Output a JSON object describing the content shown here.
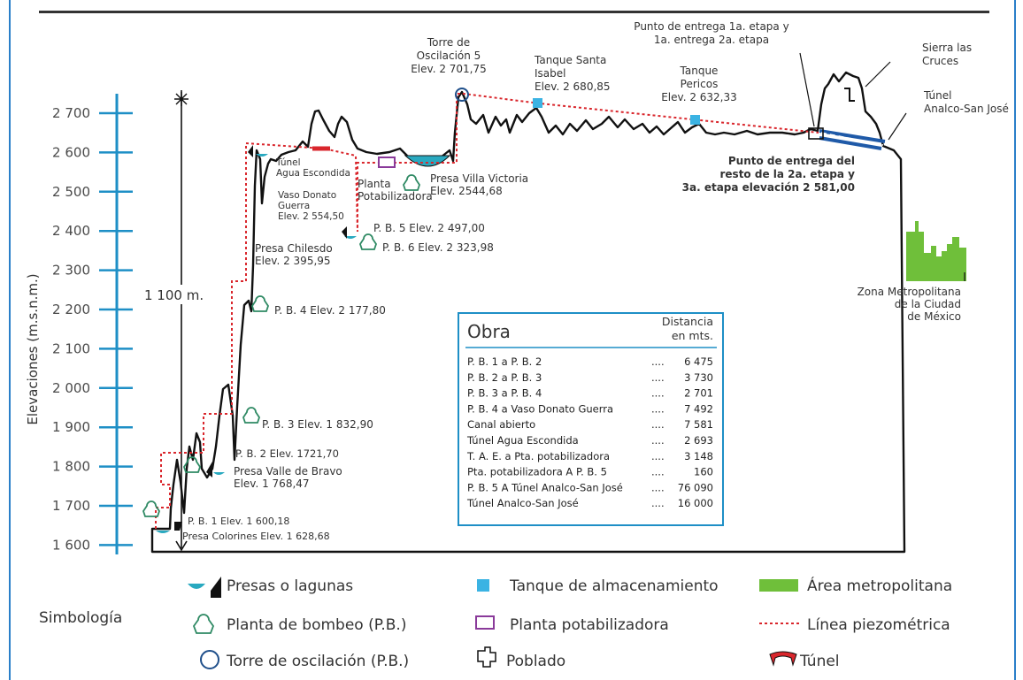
{
  "y_axis": {
    "title": "Elevaciones (m.s.n.m.)",
    "ticks": [
      "2 700",
      "2 600",
      "2 500",
      "2 400",
      "2 300",
      "2 200",
      "2 100",
      "2 000",
      "1 900",
      "1 800",
      "1 700",
      "1 600"
    ],
    "span_label": "1 100 m."
  },
  "annotations": {
    "torre": [
      "Torre de",
      "Oscilación 5",
      "Elev. 2 701,75"
    ],
    "tanque_santa_isabel": [
      "Tanque Santa",
      "Isabel",
      "Elev. 2 680,85"
    ],
    "punto_entrega_top": [
      "Punto de entrega 1a. etapa y",
      "1a. entrega 2a. etapa"
    ],
    "tanque_pericos": [
      "Tanque",
      "Pericos",
      "Elev. 2 632,33"
    ],
    "sierra": [
      "Sierra las",
      "Cruces"
    ],
    "tunel_analco": [
      "Túnel",
      "Analco-San José"
    ],
    "punto_entrega_bottom": [
      "Punto de entrega del",
      "resto de la 2a. etapa y",
      "3a. etapa elevación 2 581,00"
    ],
    "tunel_agua": [
      "Túnel",
      "Agua Escondida"
    ],
    "vaso_donato": [
      "Vaso Donato",
      "Guerra",
      "Elev. 2 554,50"
    ],
    "planta_pot": [
      "Planta",
      "Potabilizadora"
    ],
    "presa_villa": [
      "Presa Villa Victoria",
      "Elev. 2544,68"
    ],
    "pb5": "P. B. 5 Elev. 2 497,00",
    "pb6": "P. B. 6 Elev. 2 323,98",
    "presa_chilesdo": [
      "Presa Chilesdo",
      "Elev. 2 395,95"
    ],
    "pb4": "P. B. 4 Elev. 2 177,80",
    "pb3": "P. B. 3 Elev. 1 832,90",
    "pb2": "P. B. 2 Elev. 1721,70",
    "presa_valle": [
      "Presa Valle de Bravo",
      "Elev. 1 768,47"
    ],
    "pb1": "P. B. 1 Elev. 1 600,18",
    "presa_colorines": "Presa Colorines Elev. 1 628,68",
    "zona_metro": [
      "Zona Metropolitana",
      "de la Ciudad",
      "de México"
    ]
  },
  "table": {
    "header_left": "Obra",
    "header_right": [
      "Distancia",
      "en mts."
    ],
    "rows": [
      {
        "obra": "P. B. 1 a P. B. 2",
        "dist": "6 475"
      },
      {
        "obra": "P. B. 2 a P. B. 3",
        "dist": "3 730"
      },
      {
        "obra": "P. B. 3 a P. B. 4",
        "dist": "2 701"
      },
      {
        "obra": "P. B. 4 a Vaso Donato Guerra",
        "dist": "7 492"
      },
      {
        "obra": "Canal abierto",
        "dist": "7 581"
      },
      {
        "obra": "Túnel Agua Escondida",
        "dist": "2 693"
      },
      {
        "obra": "T. A. E. a Pta. potabilizadora",
        "dist": "3 148"
      },
      {
        "obra": "Pta. potabilizadora A P. B. 5",
        "dist": "160"
      },
      {
        "obra": "P. B. 5 A Túnel Analco-San José",
        "dist": "76 090"
      },
      {
        "obra": "Túnel Analco-San José",
        "dist": "16 000"
      }
    ],
    "dots": "....",
    "dots_tight": "...."
  },
  "legend": {
    "title": "Simbología",
    "presas": "Presas o lagunas",
    "planta_bombeo": "Planta de bombeo (P.B.)",
    "torre": "Torre de oscilación (P.B.)",
    "tanque": "Tanque de almacenamiento",
    "planta_pot": "Planta potabilizadora",
    "poblado": "Poblado",
    "area": "Área metropolitana",
    "linea": "Línea piezométrica",
    "tunel": "Túnel"
  },
  "colors": {
    "axis": "#1e8fc6",
    "water": "#29a9c0",
    "tank": "#3bb3e3",
    "planta_pot": "#8a3a9a",
    "area": "#6fbf3a",
    "piezo": "#d9262c",
    "tunnel_red": "#d9262c",
    "tunnel_blue": "#1f5aa8",
    "pump": "#2f8a64",
    "frame": "#2a7fc9"
  }
}
